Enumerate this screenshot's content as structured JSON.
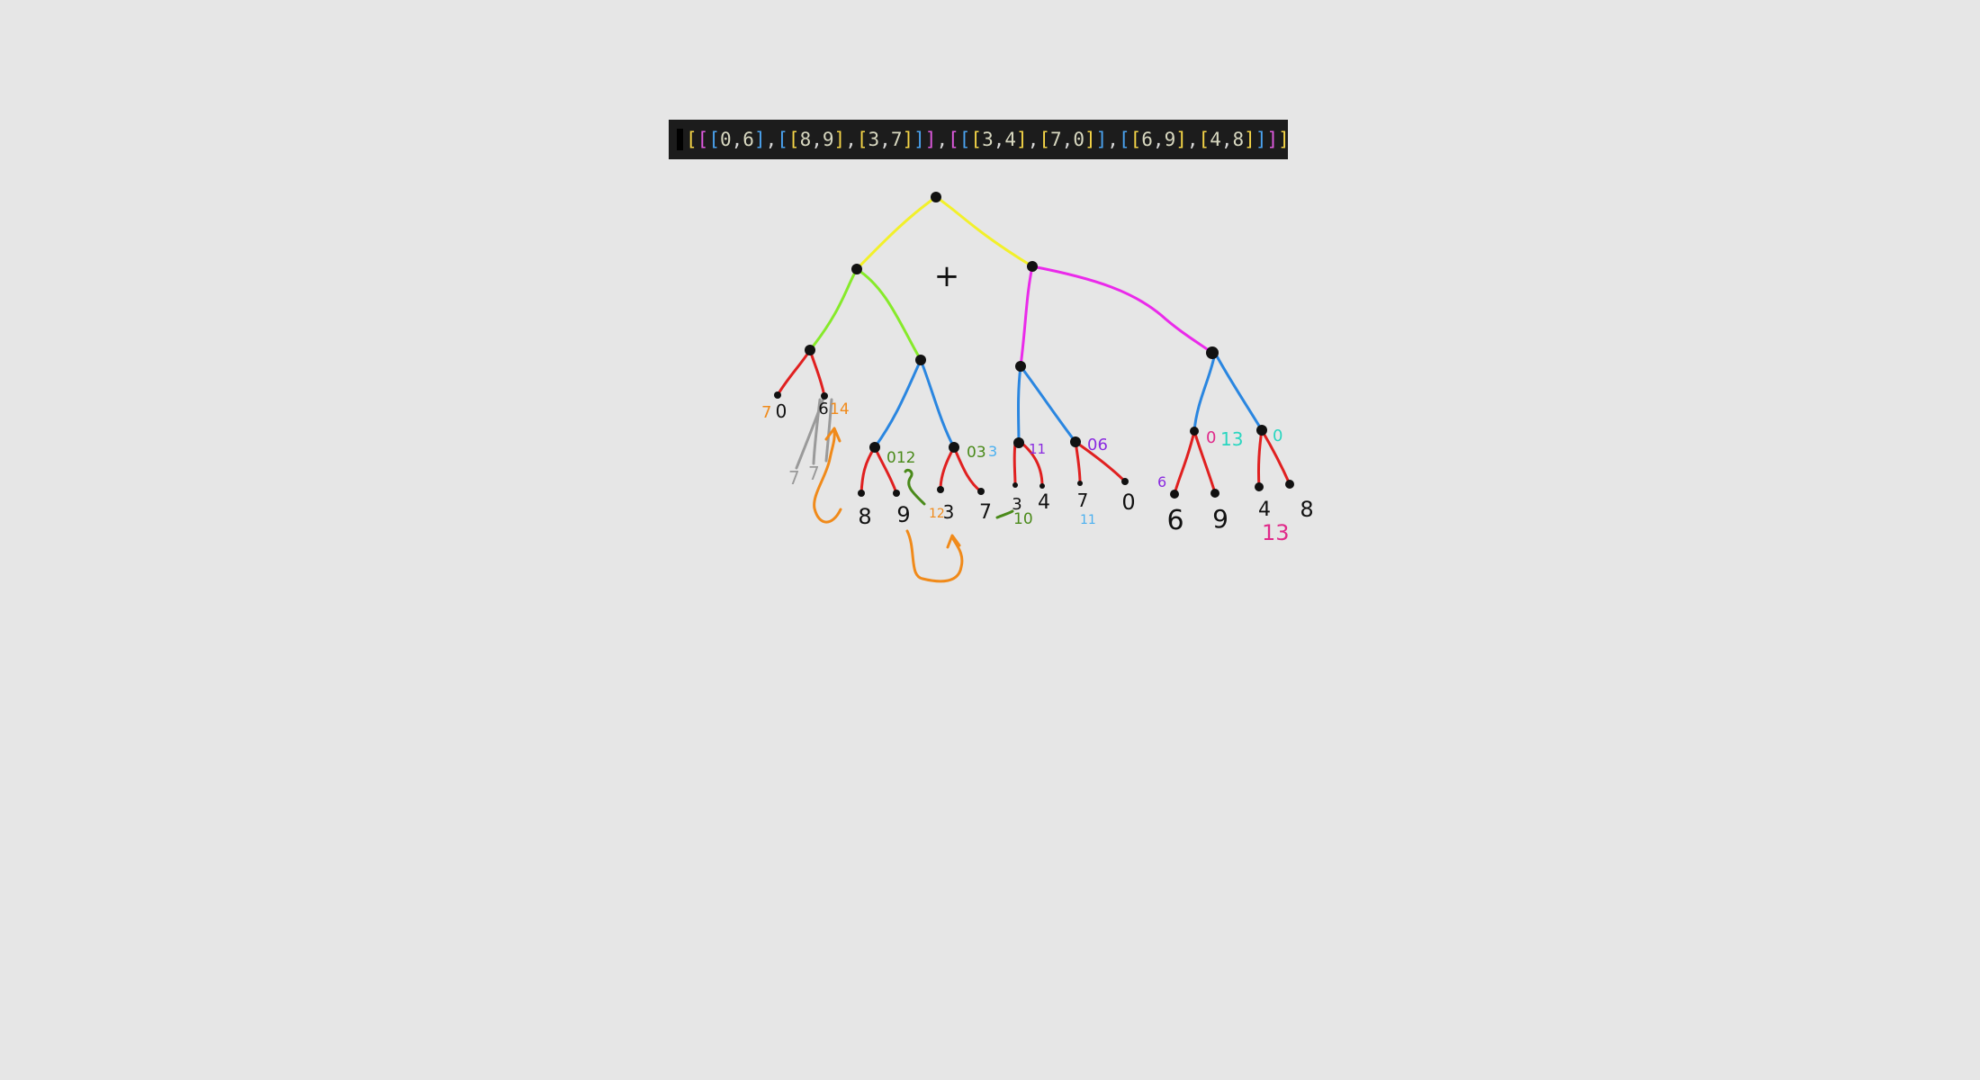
{
  "expression": {
    "tokens": [
      {
        "t": "[",
        "c": "#f5d547"
      },
      {
        "t": "[",
        "c": "#e05ae0"
      },
      {
        "t": "[",
        "c": "#4aa3f0"
      },
      {
        "t": "0",
        "c": "#d8d8c0"
      },
      {
        "t": ",",
        "c": "#d8d8d8"
      },
      {
        "t": "6",
        "c": "#d8d8c0"
      },
      {
        "t": "]",
        "c": "#4aa3f0"
      },
      {
        "t": ",",
        "c": "#d8d8d8"
      },
      {
        "t": "[",
        "c": "#4aa3f0"
      },
      {
        "t": "[",
        "c": "#f5d547"
      },
      {
        "t": "8",
        "c": "#d8d8c0"
      },
      {
        "t": ",",
        "c": "#d8d8d8"
      },
      {
        "t": "9",
        "c": "#d8d8c0"
      },
      {
        "t": "]",
        "c": "#f5d547"
      },
      {
        "t": ",",
        "c": "#d8d8d8"
      },
      {
        "t": "[",
        "c": "#f5d547"
      },
      {
        "t": "3",
        "c": "#d8d8c0"
      },
      {
        "t": ",",
        "c": "#d8d8d8"
      },
      {
        "t": "7",
        "c": "#d8d8c0"
      },
      {
        "t": "]",
        "c": "#f5d547"
      },
      {
        "t": "]",
        "c": "#4aa3f0"
      },
      {
        "t": "]",
        "c": "#e05ae0"
      },
      {
        "t": ",",
        "c": "#d8d8d8"
      },
      {
        "t": "[",
        "c": "#e05ae0"
      },
      {
        "t": "[",
        "c": "#4aa3f0"
      },
      {
        "t": "[",
        "c": "#f5d547"
      },
      {
        "t": "3",
        "c": "#d8d8c0"
      },
      {
        "t": ",",
        "c": "#d8d8d8"
      },
      {
        "t": "4",
        "c": "#d8d8c0"
      },
      {
        "t": "]",
        "c": "#f5d547"
      },
      {
        "t": ",",
        "c": "#d8d8d8"
      },
      {
        "t": "[",
        "c": "#f5d547"
      },
      {
        "t": "7",
        "c": "#d8d8c0"
      },
      {
        "t": ",",
        "c": "#d8d8d8"
      },
      {
        "t": "0",
        "c": "#d8d8c0"
      },
      {
        "t": "]",
        "c": "#f5d547"
      },
      {
        "t": "]",
        "c": "#4aa3f0"
      },
      {
        "t": ",",
        "c": "#d8d8d8"
      },
      {
        "t": "[",
        "c": "#4aa3f0"
      },
      {
        "t": "[",
        "c": "#f5d547"
      },
      {
        "t": "6",
        "c": "#d8d8c0"
      },
      {
        "t": ",",
        "c": "#d8d8d8"
      },
      {
        "t": "9",
        "c": "#d8d8c0"
      },
      {
        "t": "]",
        "c": "#f5d547"
      },
      {
        "t": ",",
        "c": "#d8d8d8"
      },
      {
        "t": "[",
        "c": "#f5d547"
      },
      {
        "t": "4",
        "c": "#d8d8c0"
      },
      {
        "t": ",",
        "c": "#d8d8d8"
      },
      {
        "t": "8",
        "c": "#d8d8c0"
      },
      {
        "t": "]",
        "c": "#f5d547"
      },
      {
        "t": "]",
        "c": "#4aa3f0"
      },
      {
        "t": "]",
        "c": "#e05ae0"
      },
      {
        "t": "]",
        "c": "#f5d547"
      }
    ]
  },
  "colors": {
    "root_edges": "#f2f02a",
    "left_subtree_edges": "#86ea2a",
    "right_subtree_edges": "#ea2aea",
    "pair_edges": "#2a86e0",
    "leaf_edges": "#e02020",
    "node": "#111111",
    "ink": "#111111",
    "orange": "#f08a1a",
    "green": "#4a8a1a",
    "purple": "#8a2ae0",
    "magenta": "#e02a8a",
    "cyan": "#2ad6c0",
    "sky": "#4ab0f0",
    "gray": "#9a9a9a"
  },
  "plus_sign": "+",
  "leaf_values": [
    "0",
    "6",
    "8",
    "9",
    "3",
    "7",
    "3",
    "4",
    "7",
    "0",
    "6",
    "9",
    "4",
    "8"
  ],
  "annotations": {
    "a7": "7",
    "a14": "14",
    "gray_seven_1": "7",
    "gray_seven_2": "7",
    "p012": "012",
    "p03": "03",
    "s3": "3",
    "p11": "11",
    "p06": "06",
    "g12": "12",
    "g10": "10",
    "s11": "11",
    "v6": "6",
    "r0": "0",
    "r13": "13",
    "c0": "0",
    "m13": "13"
  }
}
